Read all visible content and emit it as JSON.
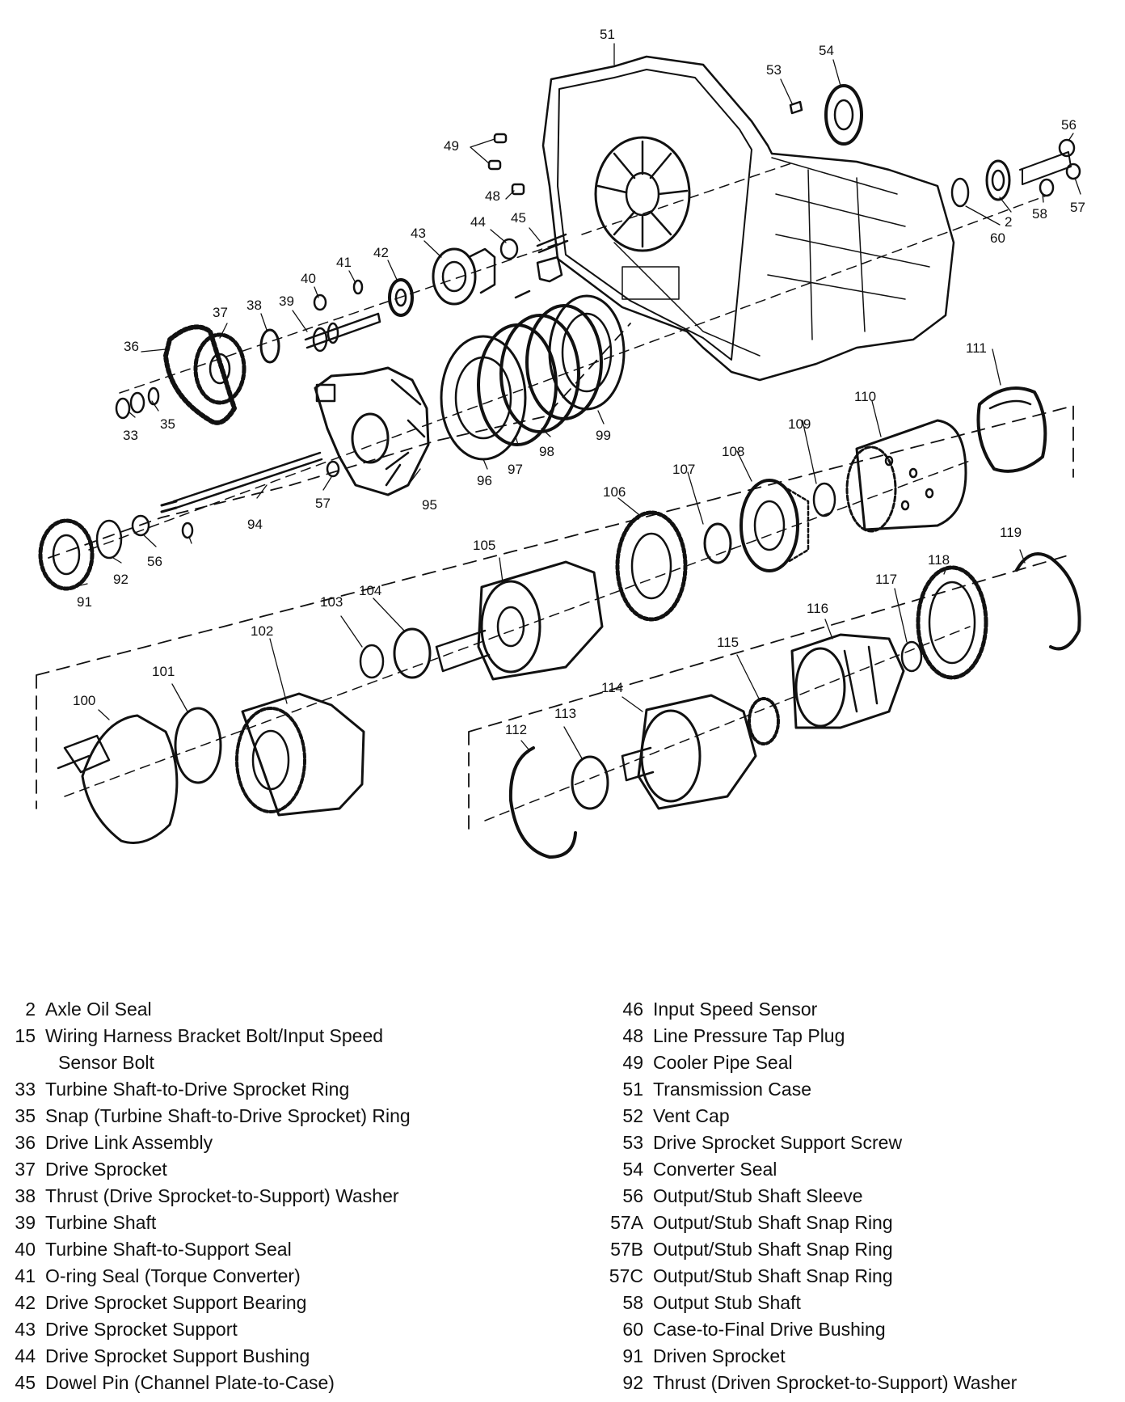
{
  "callouts": [
    "51",
    "54",
    "53",
    "56",
    "49",
    "48",
    "44",
    "45",
    "43",
    "42",
    "41",
    "40",
    "39",
    "38",
    "37",
    "36",
    "35",
    "33",
    "2",
    "58",
    "57",
    "60",
    "111",
    "110",
    "109",
    "108",
    "107",
    "106",
    "99",
    "98",
    "97",
    "96",
    "95",
    "94",
    "57",
    "56",
    "92",
    "91",
    "105",
    "104",
    "103",
    "102",
    "101",
    "100",
    "119",
    "118",
    "117",
    "116",
    "115",
    "114",
    "113",
    "112"
  ],
  "legend_left": [
    {
      "num": "2",
      "name": "Axle Oil Seal"
    },
    {
      "num": "15",
      "name": "Wiring Harness Bracket Bolt/Input Speed",
      "cont": "Sensor Bolt"
    },
    {
      "num": "33",
      "name": "Turbine Shaft-to-Drive Sprocket Ring"
    },
    {
      "num": "35",
      "name": "Snap (Turbine Shaft-to-Drive Sprocket) Ring"
    },
    {
      "num": "36",
      "name": "Drive Link Assembly"
    },
    {
      "num": "37",
      "name": "Drive Sprocket"
    },
    {
      "num": "38",
      "name": "Thrust (Drive Sprocket-to-Support) Washer"
    },
    {
      "num": "39",
      "name": "Turbine Shaft"
    },
    {
      "num": "40",
      "name": "Turbine Shaft-to-Support Seal"
    },
    {
      "num": "41",
      "name": "O-ring Seal (Torque Converter)"
    },
    {
      "num": "42",
      "name": "Drive Sprocket Support Bearing"
    },
    {
      "num": "43",
      "name": "Drive Sprocket Support"
    },
    {
      "num": "44",
      "name": "Drive Sprocket Support Bushing"
    },
    {
      "num": "45",
      "name": "Dowel Pin (Channel Plate-to-Case)"
    }
  ],
  "legend_right": [
    {
      "num": "46",
      "name": "Input Speed Sensor"
    },
    {
      "num": "48",
      "name": "Line Pressure Tap Plug"
    },
    {
      "num": "49",
      "name": "Cooler Pipe Seal"
    },
    {
      "num": "51",
      "name": "Transmission Case"
    },
    {
      "num": "52",
      "name": "Vent Cap"
    },
    {
      "num": "53",
      "name": "Drive Sprocket Support Screw"
    },
    {
      "num": "54",
      "name": "Converter Seal"
    },
    {
      "num": "56",
      "name": "Output/Stub Shaft Sleeve"
    },
    {
      "num": "57A",
      "name": "Output/Stub Shaft Snap Ring"
    },
    {
      "num": "57B",
      "name": "Output/Stub Shaft Snap Ring"
    },
    {
      "num": "57C",
      "name": "Output/Stub Shaft Snap Ring"
    },
    {
      "num": "58",
      "name": "Output Stub Shaft"
    },
    {
      "num": "60",
      "name": "Case-to-Final Drive Bushing"
    },
    {
      "num": "91",
      "name": "Driven Sprocket"
    },
    {
      "num": "92",
      "name": "Thrust (Driven Sprocket-to-Support) Washer"
    }
  ]
}
